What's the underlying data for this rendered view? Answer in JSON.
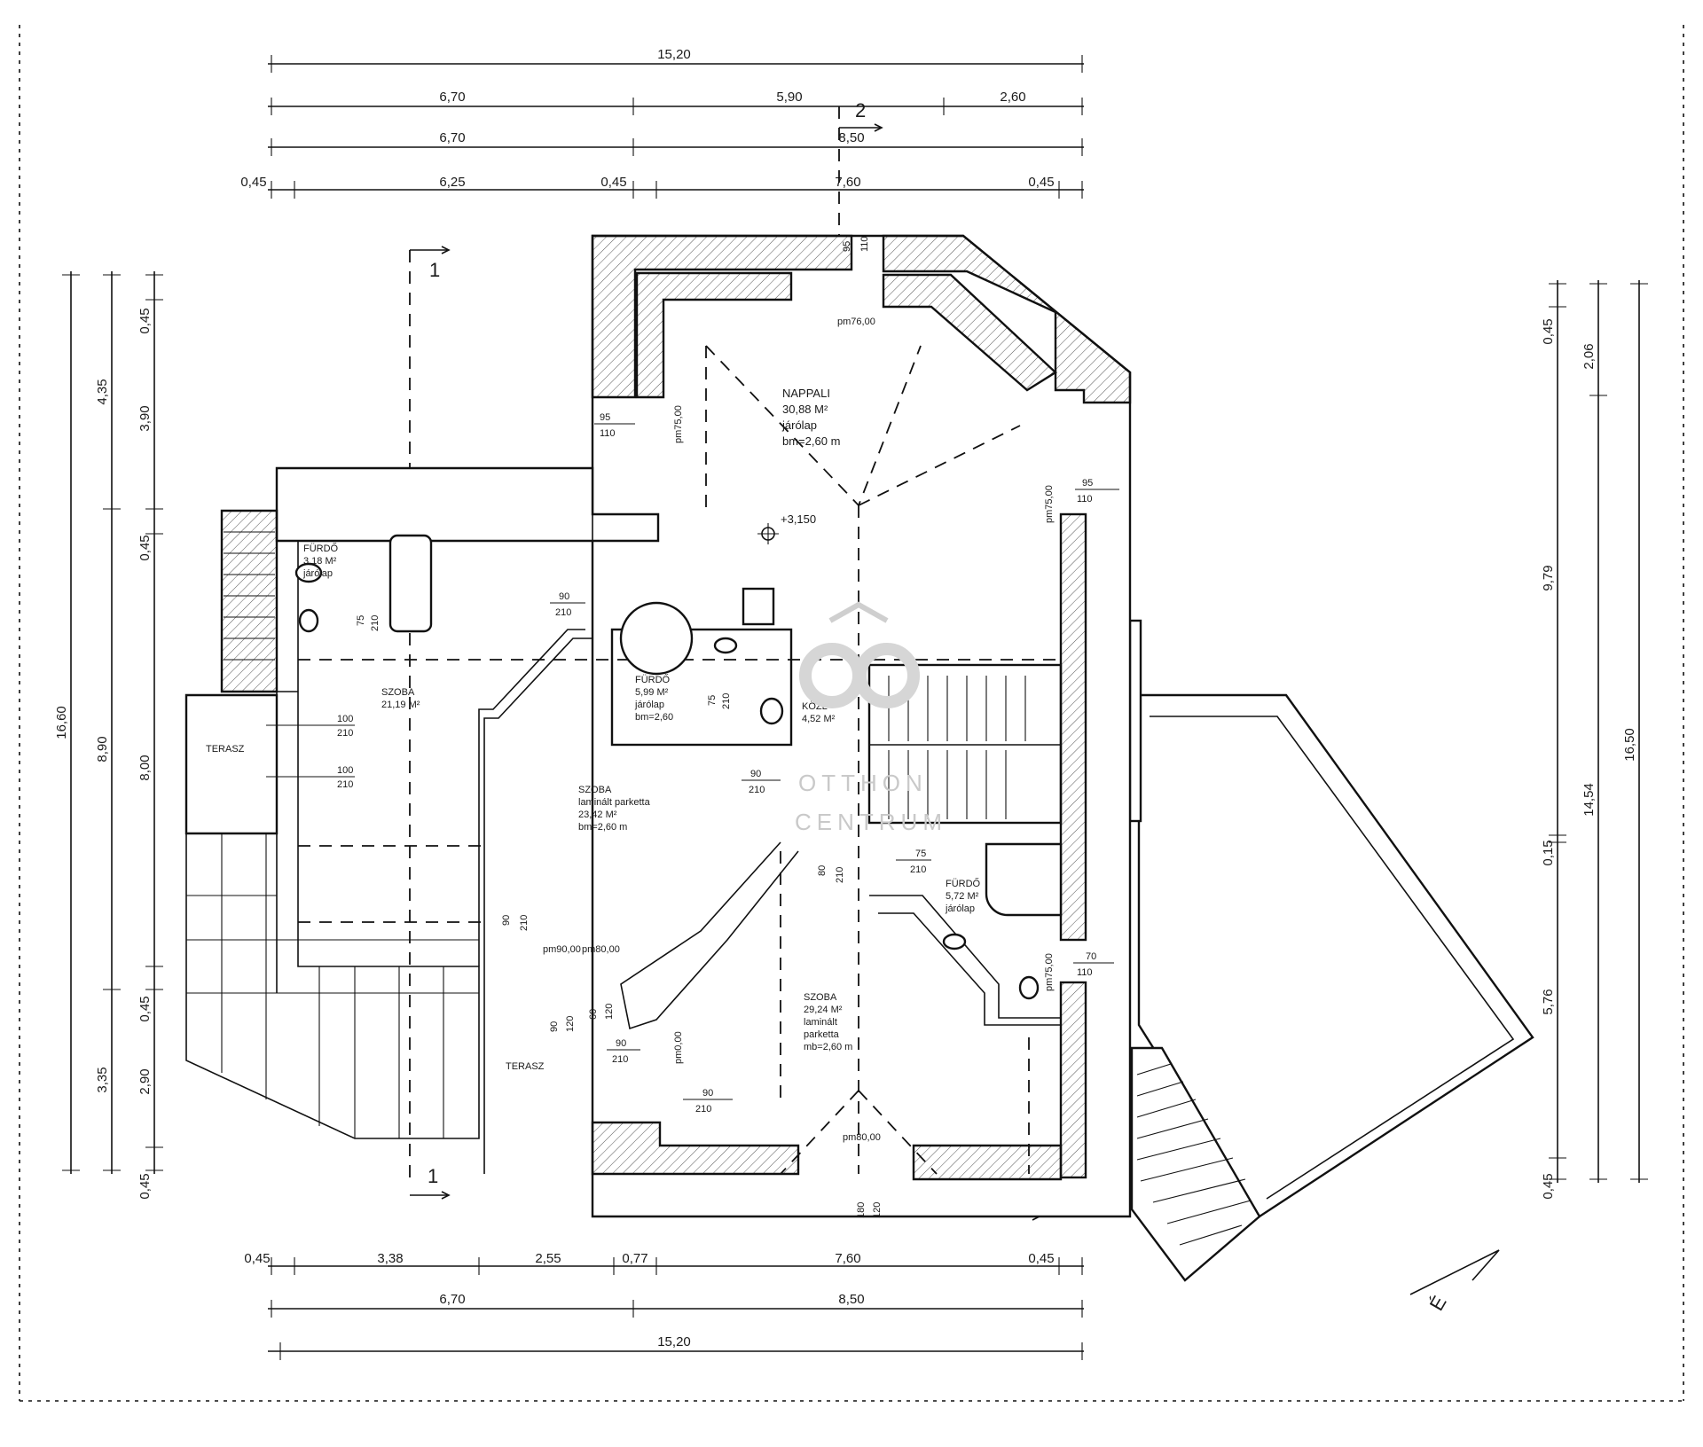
{
  "dims": {
    "top_total": "15,20",
    "top_row2": [
      "6,70",
      "5,90",
      "2,60"
    ],
    "top_row3": [
      "6,70",
      "8,50"
    ],
    "top_row4": [
      "0,45",
      "6,25",
      "0,45",
      "7,60",
      "0,45"
    ],
    "bottom_row1": [
      "0,45",
      "3,38",
      "2,55",
      "0,77",
      "7,60",
      "0,45"
    ],
    "bottom_row2": [
      "6,70",
      "8,50"
    ],
    "bottom_total": "15,20",
    "left_total": "16,60",
    "left_col2": [
      "4,35",
      "8,90",
      "3,35"
    ],
    "left_col3": [
      "0,45",
      "3,90",
      "0,45",
      "8,00",
      "0,45",
      "2,90",
      "0,45"
    ],
    "right_total": "16,50",
    "right_col2": [
      "2,06",
      "14,54"
    ],
    "right_col3": [
      "0,45",
      "9,79",
      "0,15",
      "5,76",
      "0,45"
    ]
  },
  "sections": {
    "s1": "1",
    "s2": "2"
  },
  "rooms": {
    "nappali": {
      "name": "NAPPALI",
      "area": "30,88 M²",
      "floor": "járólap",
      "height": "bm=2,60 m"
    },
    "level": "+3,150",
    "furdo1": {
      "name": "FÜRDŐ",
      "area": "3,18 M²",
      "floor": "járólap"
    },
    "szoba1": {
      "name": "SZOBA",
      "area": "21,19 M²"
    },
    "furdo2": {
      "name": "FÜRDŐ",
      "area": "5,99 M²",
      "floor": "járólap",
      "height": "bm=2,60"
    },
    "kozl": {
      "name": "KÖZL",
      "area": "4,52 M²"
    },
    "szoba2": {
      "name": "SZOBA",
      "floor": "laminált parketta",
      "area": "23,42 M²",
      "height": "bm=2,60 m"
    },
    "furdo3": {
      "name": "FÜRDŐ",
      "area": "5,72 M²",
      "floor": "járólap"
    },
    "szoba3": {
      "name": "SZOBA",
      "area": "29,24 M²",
      "floor1": "laminált",
      "floor2": "parketta",
      "height": "mb=2,60 m"
    },
    "terasz1": "TERASZ",
    "terasz2": "TERASZ"
  },
  "openings": {
    "o95a": "95",
    "o110a": "110",
    "o95b": "95",
    "o110b": "110",
    "o95c": "95",
    "o110c": "110",
    "pm1": "pm76,00",
    "pm2": "pm75,00",
    "pm3": "pm75,00",
    "d90a": "90",
    "d210a": "210",
    "d75a": "75",
    "d210b": "210",
    "d100a": "100",
    "d210c": "210",
    "d100b": "100",
    "d210d": "210",
    "d75b": "75",
    "d210e": "210",
    "d90b": "90",
    "d210f": "210",
    "d80": "80",
    "d210g": "210",
    "d75c": "75",
    "d210h": "210",
    "d90c": "90",
    "d210i": "210",
    "pm4": "pm90,00",
    "pm5": "pm80,00",
    "w90": "90",
    "w120": "120",
    "w60": "60",
    "w120b": "120",
    "d90d": "90",
    "d210j": "210",
    "pm6": "pm0,00",
    "d90e": "90",
    "d210k": "210",
    "d70": "70",
    "d110": "110",
    "pm7": "pm75,00",
    "pm8": "pm80,00",
    "d180": "180",
    "d120": "120"
  },
  "watermark": {
    "line1": "OTTHON",
    "line2": "CENTRUM"
  },
  "north": "É"
}
